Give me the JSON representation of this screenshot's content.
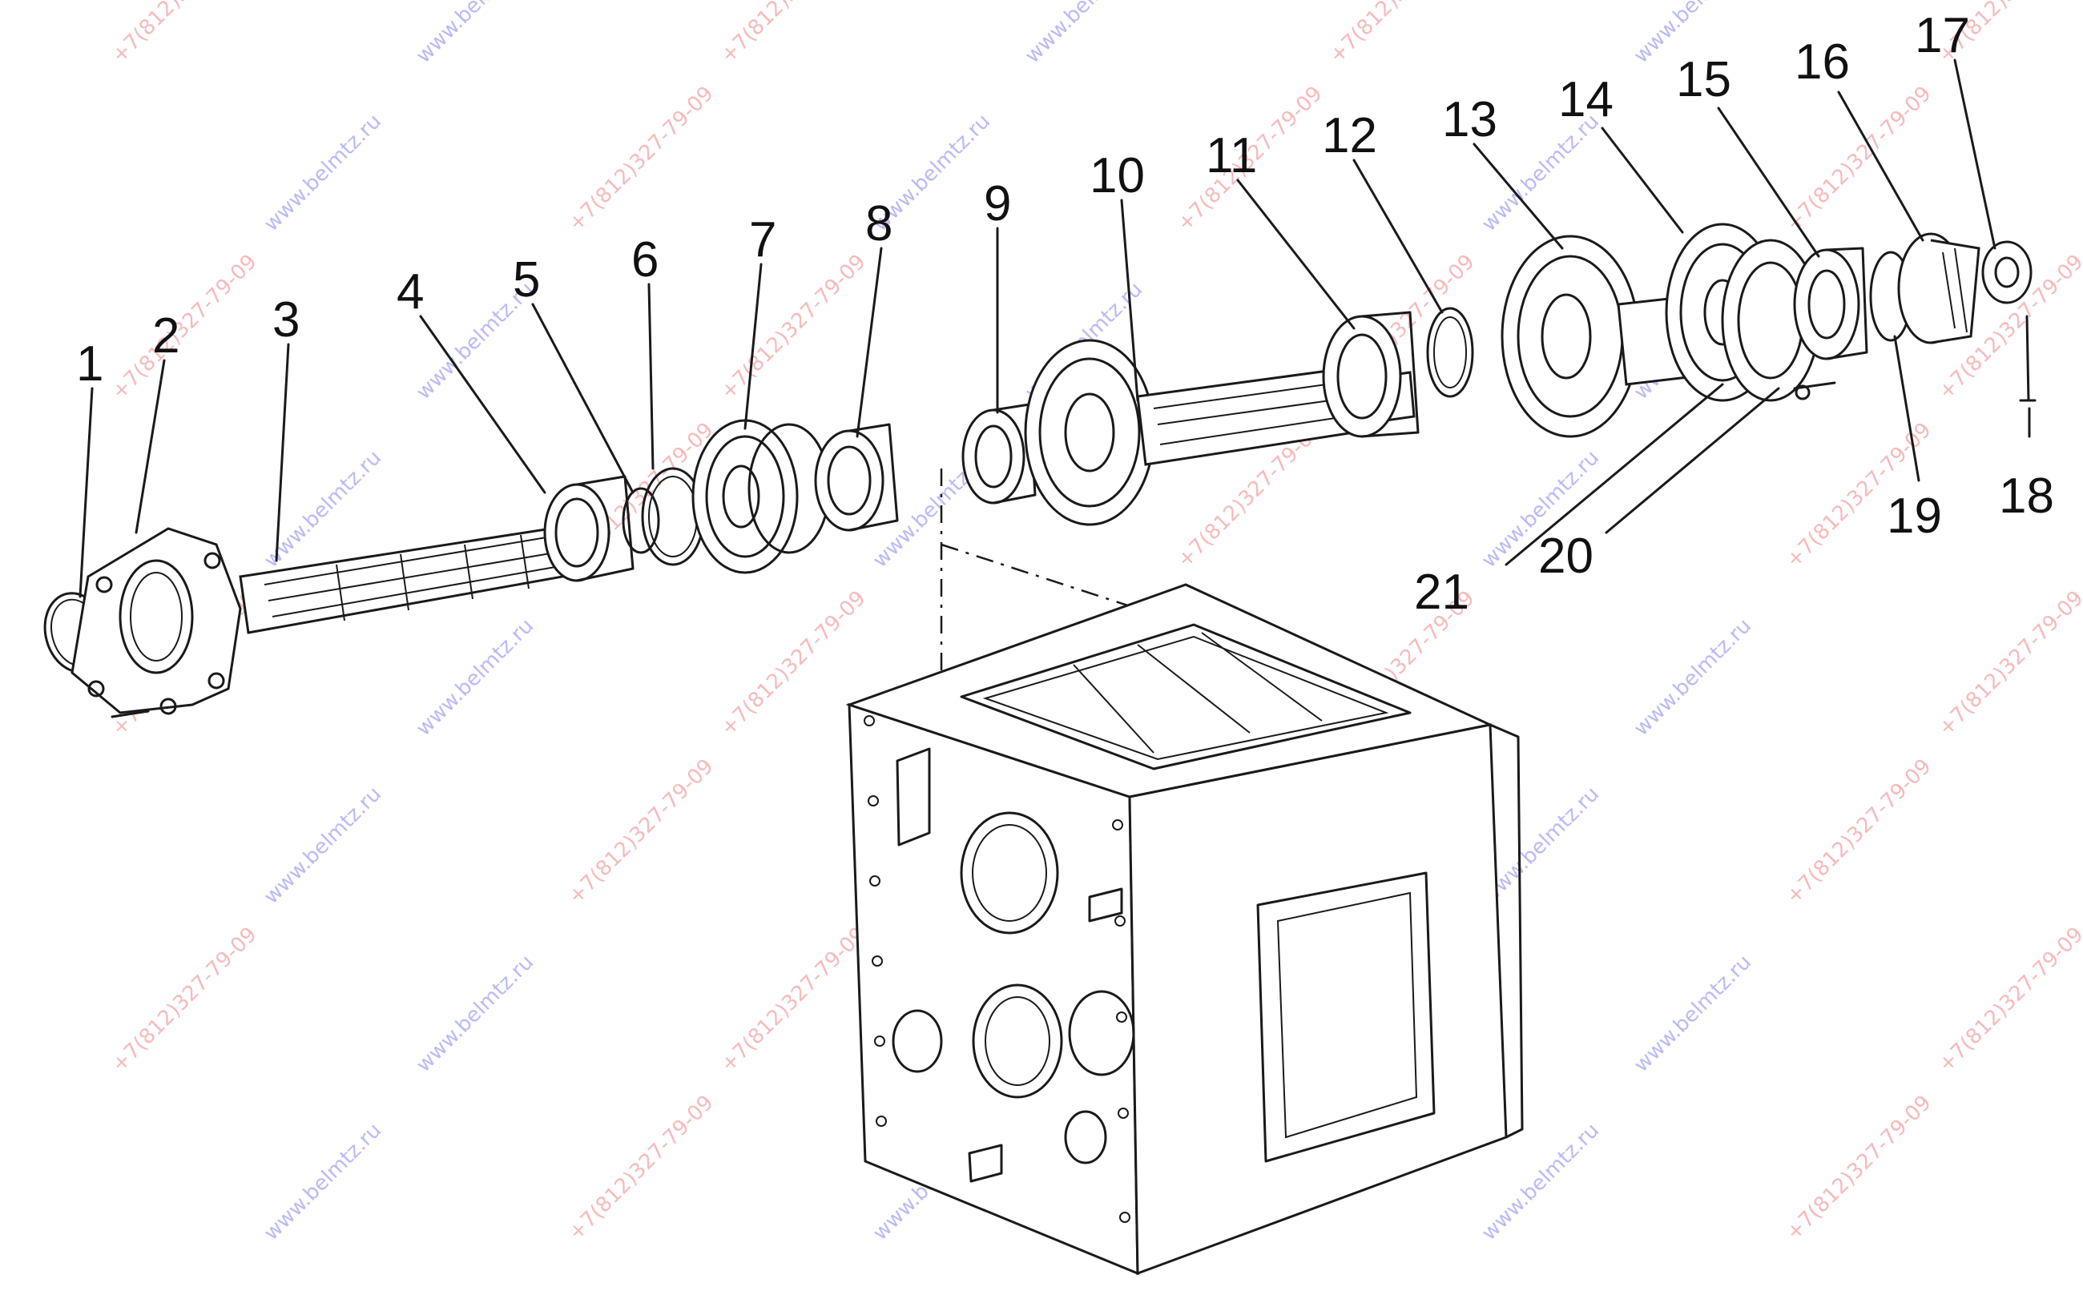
{
  "colors": {
    "ink": "#1a1a1a",
    "watermark_red": "#f08080",
    "watermark_blue": "#8080f0",
    "background": "#ffffff"
  },
  "watermarks": {
    "phone": "+7(812)327-79-09",
    "site": "www.belmtz.ru"
  },
  "callouts": [
    {
      "id": "1",
      "text": "1"
    },
    {
      "id": "2",
      "text": "2"
    },
    {
      "id": "3",
      "text": "3"
    },
    {
      "id": "4",
      "text": "4"
    },
    {
      "id": "5",
      "text": "5"
    },
    {
      "id": "6",
      "text": "6"
    },
    {
      "id": "7",
      "text": "7"
    },
    {
      "id": "8",
      "text": "8"
    },
    {
      "id": "9",
      "text": "9"
    },
    {
      "id": "10",
      "text": "10"
    },
    {
      "id": "11",
      "text": "11"
    },
    {
      "id": "12",
      "text": "12"
    },
    {
      "id": "13",
      "text": "13"
    },
    {
      "id": "14",
      "text": "14"
    },
    {
      "id": "15",
      "text": "15"
    },
    {
      "id": "16",
      "text": "16"
    },
    {
      "id": "17",
      "text": "17"
    },
    {
      "id": "18",
      "text": "18"
    },
    {
      "id": "19",
      "text": "19"
    },
    {
      "id": "20",
      "text": "20"
    },
    {
      "id": "21",
      "text": "21"
    }
  ]
}
